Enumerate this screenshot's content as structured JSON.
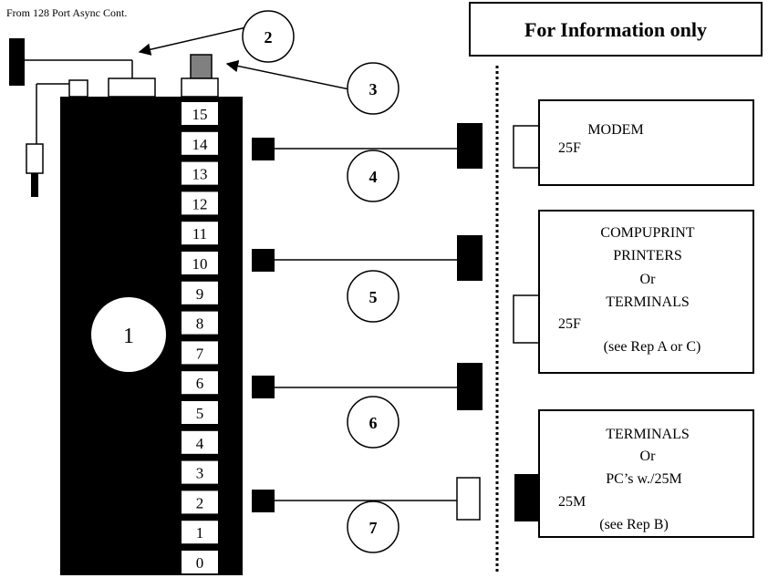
{
  "header": {
    "source_caption": "From 128 Port Async Cont.",
    "info_label": "For Information only"
  },
  "ports": [
    "15",
    "14",
    "13",
    "12",
    "11",
    "10",
    "9",
    "8",
    "7",
    "6",
    "5",
    "4",
    "3",
    "2",
    "1",
    "0"
  ],
  "callouts": [
    "1",
    "2",
    "3",
    "4",
    "5",
    "6",
    "7"
  ],
  "devices": {
    "modem": {
      "lines": [
        "MODEM"
      ],
      "connector": "25F"
    },
    "printers": {
      "lines": [
        "COMPUPRINT",
        "PRINTERS",
        "Or",
        "TERMINALS"
      ],
      "connector": "25F",
      "note": "(see Rep A or C)"
    },
    "terminals": {
      "lines": [
        "TERMINALS",
        "Or",
        "PC’s w./25M"
      ],
      "connector": "25M",
      "note": "(see Rep B)"
    }
  },
  "colors": {
    "block": "#000000",
    "gray_connector": "#808080",
    "paper": "#ffffff"
  }
}
